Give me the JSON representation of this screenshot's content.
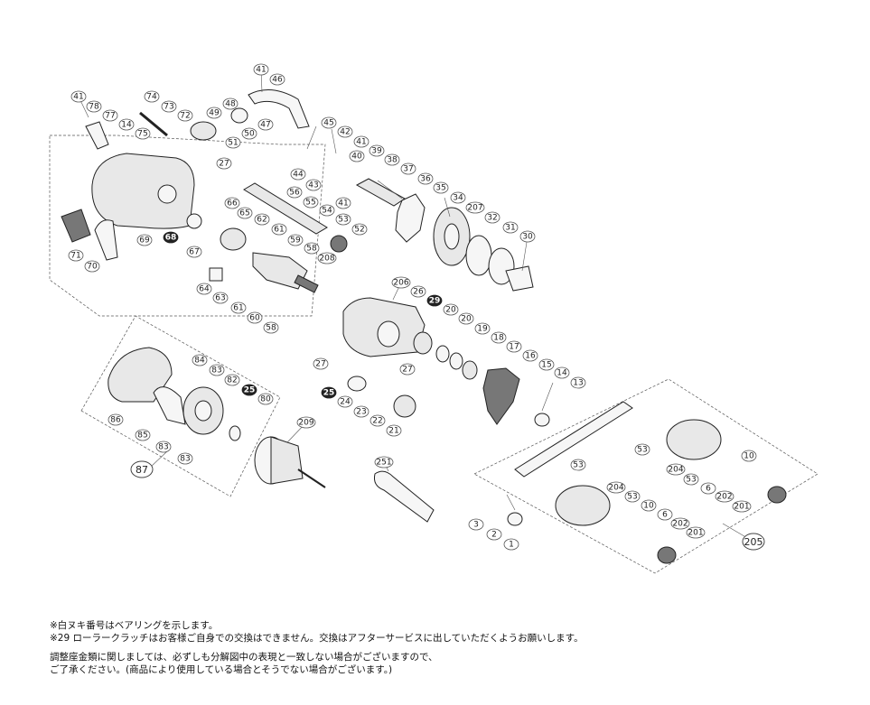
{
  "diagram": {
    "part_labels": [
      "41",
      "46",
      "74",
      "73",
      "72",
      "41",
      "78",
      "77",
      "14",
      "75",
      "48",
      "49",
      "47",
      "50",
      "51",
      "27",
      "45",
      "42",
      "41",
      "40",
      "39",
      "38",
      "37",
      "44",
      "43",
      "36",
      "35",
      "34",
      "56",
      "55",
      "54",
      "41",
      "53",
      "52",
      "207",
      "32",
      "31",
      "30",
      "66",
      "65",
      "62",
      "61",
      "59",
      "58",
      "208",
      "67",
      "69",
      "68",
      "71",
      "70",
      "64",
      "63",
      "61",
      "60",
      "58",
      "206",
      "26",
      "29",
      "20",
      "20",
      "19",
      "18",
      "17",
      "16",
      "15",
      "14",
      "13",
      "27",
      "27",
      "25",
      "24",
      "23",
      "22",
      "21",
      "84",
      "83",
      "82",
      "25",
      "80",
      "86",
      "85",
      "83",
      "83",
      "209",
      "87",
      "251",
      "53",
      "10",
      "204",
      "53",
      "6",
      "202",
      "201",
      "53",
      "3",
      "2",
      "1",
      "204",
      "53",
      "10",
      "6",
      "202",
      "201",
      "205"
    ],
    "highlighted_labels": [
      "68",
      "29",
      "25",
      "25"
    ],
    "circled_labels": [
      "87",
      "205"
    ]
  },
  "notes": {
    "line1": "※白ヌキ番号はベアリングを示します。",
    "line2": "※29 ローラークラッチはお客様ご自身での交換はできません。交換はアフターサービスに出していただくようお願いします。",
    "line3": "調整座金類に関しましては、必ずしも分解図中の表現と一致しない場合がございますので、",
    "line4": "ご了承ください。(商品により使用している場合とそうでない場合がございます。)"
  }
}
